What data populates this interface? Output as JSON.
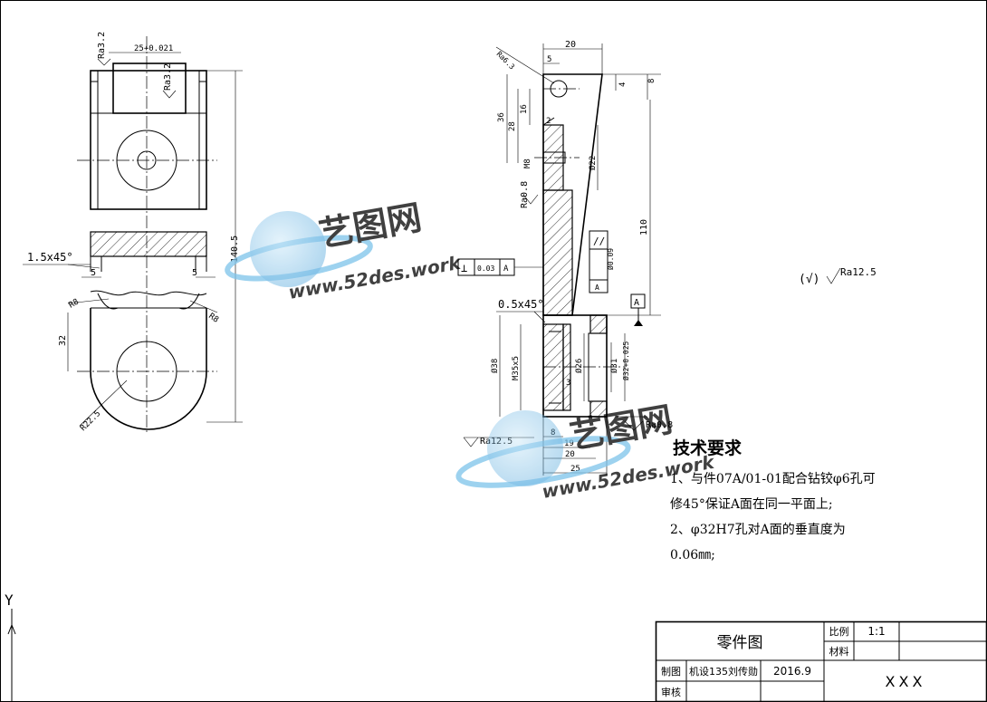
{
  "view_axis": "Y",
  "watermark": {
    "brand": "艺图网",
    "url": "www.52des.work"
  },
  "surface_finish_general": {
    "bracket": "(√)",
    "ra": "Ra12.5"
  },
  "left_view": {
    "roughness": [
      "Ra3.2",
      "Ra3.2"
    ],
    "dims": {
      "width_tol": "25+0.021",
      "height": "140.5",
      "chamfer": "1.5x45°",
      "slot_left": "5",
      "slot_right": "5",
      "r_left": "R8",
      "r_right": "R8",
      "h32": "32",
      "radius": "R22.5"
    }
  },
  "main_view": {
    "roughness": [
      "Ra6.3",
      "Ra0.8",
      "Ra12.5",
      "Ra0.8"
    ],
    "geo_tol": {
      "symbol": "⊥",
      "value": "0.03",
      "datum": "A"
    },
    "parallel_tol": {
      "symbol": "//",
      "value": "Ø0.09",
      "datum": "A"
    },
    "datum_label": "A",
    "dims": {
      "top_width": "20",
      "top_5": "5",
      "h4": "4",
      "h8": "8",
      "h36": "36",
      "h28": "28",
      "h16": "16",
      "w2": "2",
      "m8": "M8",
      "d22": "Ø22",
      "h110": "110",
      "chamfer": "0.5x45°",
      "d38": "Ø38",
      "thread": "M35x5",
      "w3": "3",
      "d26": "Ø26",
      "d31": "Ø31",
      "bore": "Ø32+0.025",
      "b8": "8",
      "b19": "19",
      "b20": "20",
      "b25": "25"
    }
  },
  "tech_req": {
    "heading": "技术要求",
    "lines": [
      "1、与件07A/01-01配合钻铰φ6孔可",
      "修45°保证A面在同一平面上;",
      "2、φ32H7孔对A面的垂直度为",
      "0.06㎜;"
    ]
  },
  "title_block": {
    "part_name": "零件图",
    "scale_label": "比例",
    "scale_value": "1:1",
    "material_label": "材料",
    "drawn_label": "制图",
    "drawn_by": "机设135刘传勋",
    "date": "2016.9",
    "check_label": "审核",
    "code": "XXX"
  }
}
